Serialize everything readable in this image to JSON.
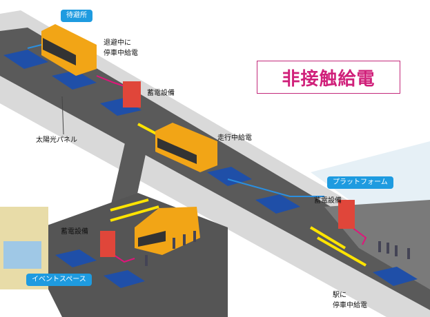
{
  "title": "非接触給電",
  "labels": {
    "shelter": "待避所",
    "shelter_charging": [
      "退避中に",
      "停車中給電"
    ],
    "storage_top": "蓄電設備",
    "solar_panel": "太陽光パネル",
    "driving_charging": "走行中給電",
    "platform": "プラットフォーム",
    "storage_platform": "蓄電設備",
    "storage_event": "蓄電設備",
    "event_space": "イベントスペース",
    "station_charging": [
      "駅に",
      "停車中給電"
    ]
  },
  "colors": {
    "accent": "#d0207a",
    "pill": "#1e9be0",
    "bus": "#f2a516",
    "panel": "#1f4fa8",
    "lane": "#ffe400"
  }
}
